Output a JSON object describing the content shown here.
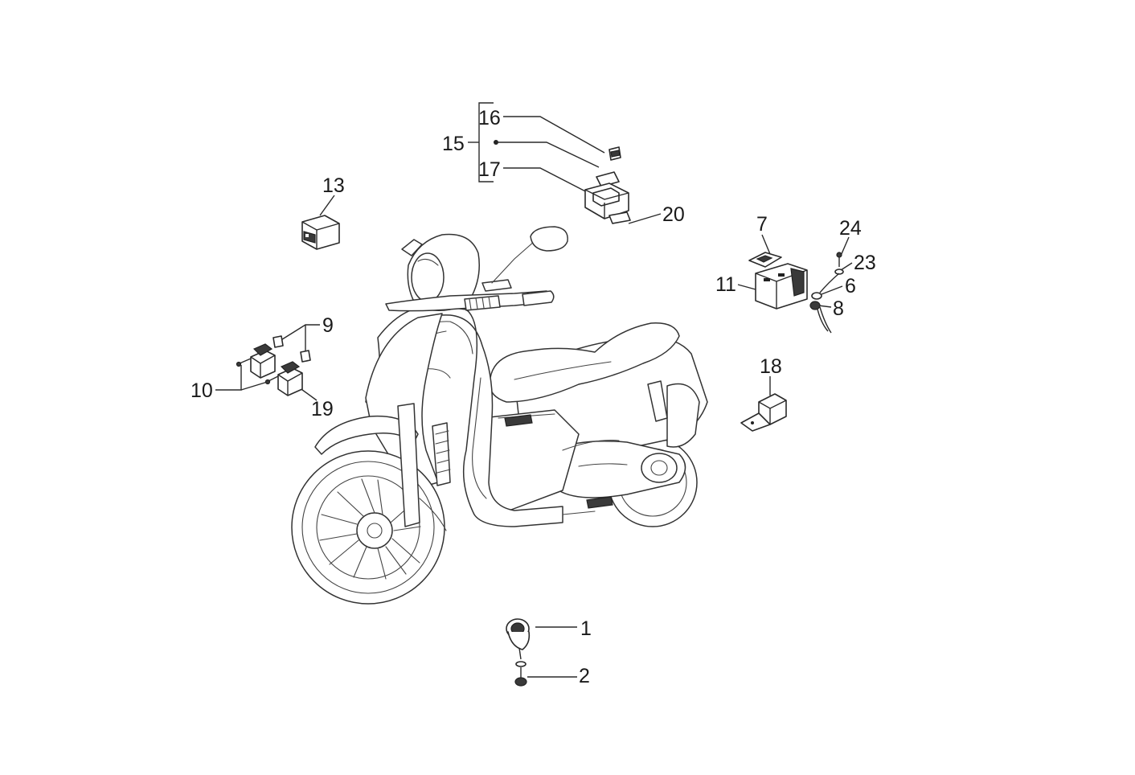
{
  "callouts": {
    "c1": "1",
    "c2": "2",
    "c6": "6",
    "c7": "7",
    "c8": "8",
    "c9": "9",
    "c10": "10",
    "c11": "11",
    "c13": "13",
    "c15": "15",
    "c16": "16",
    "c17": "17",
    "c18": "18",
    "c19": "19",
    "c20": "20",
    "c23": "23",
    "c24": "24"
  },
  "colors": {
    "line": "#2a2a2a",
    "background": "#ffffff",
    "part_dark": "#3a3a3a"
  }
}
